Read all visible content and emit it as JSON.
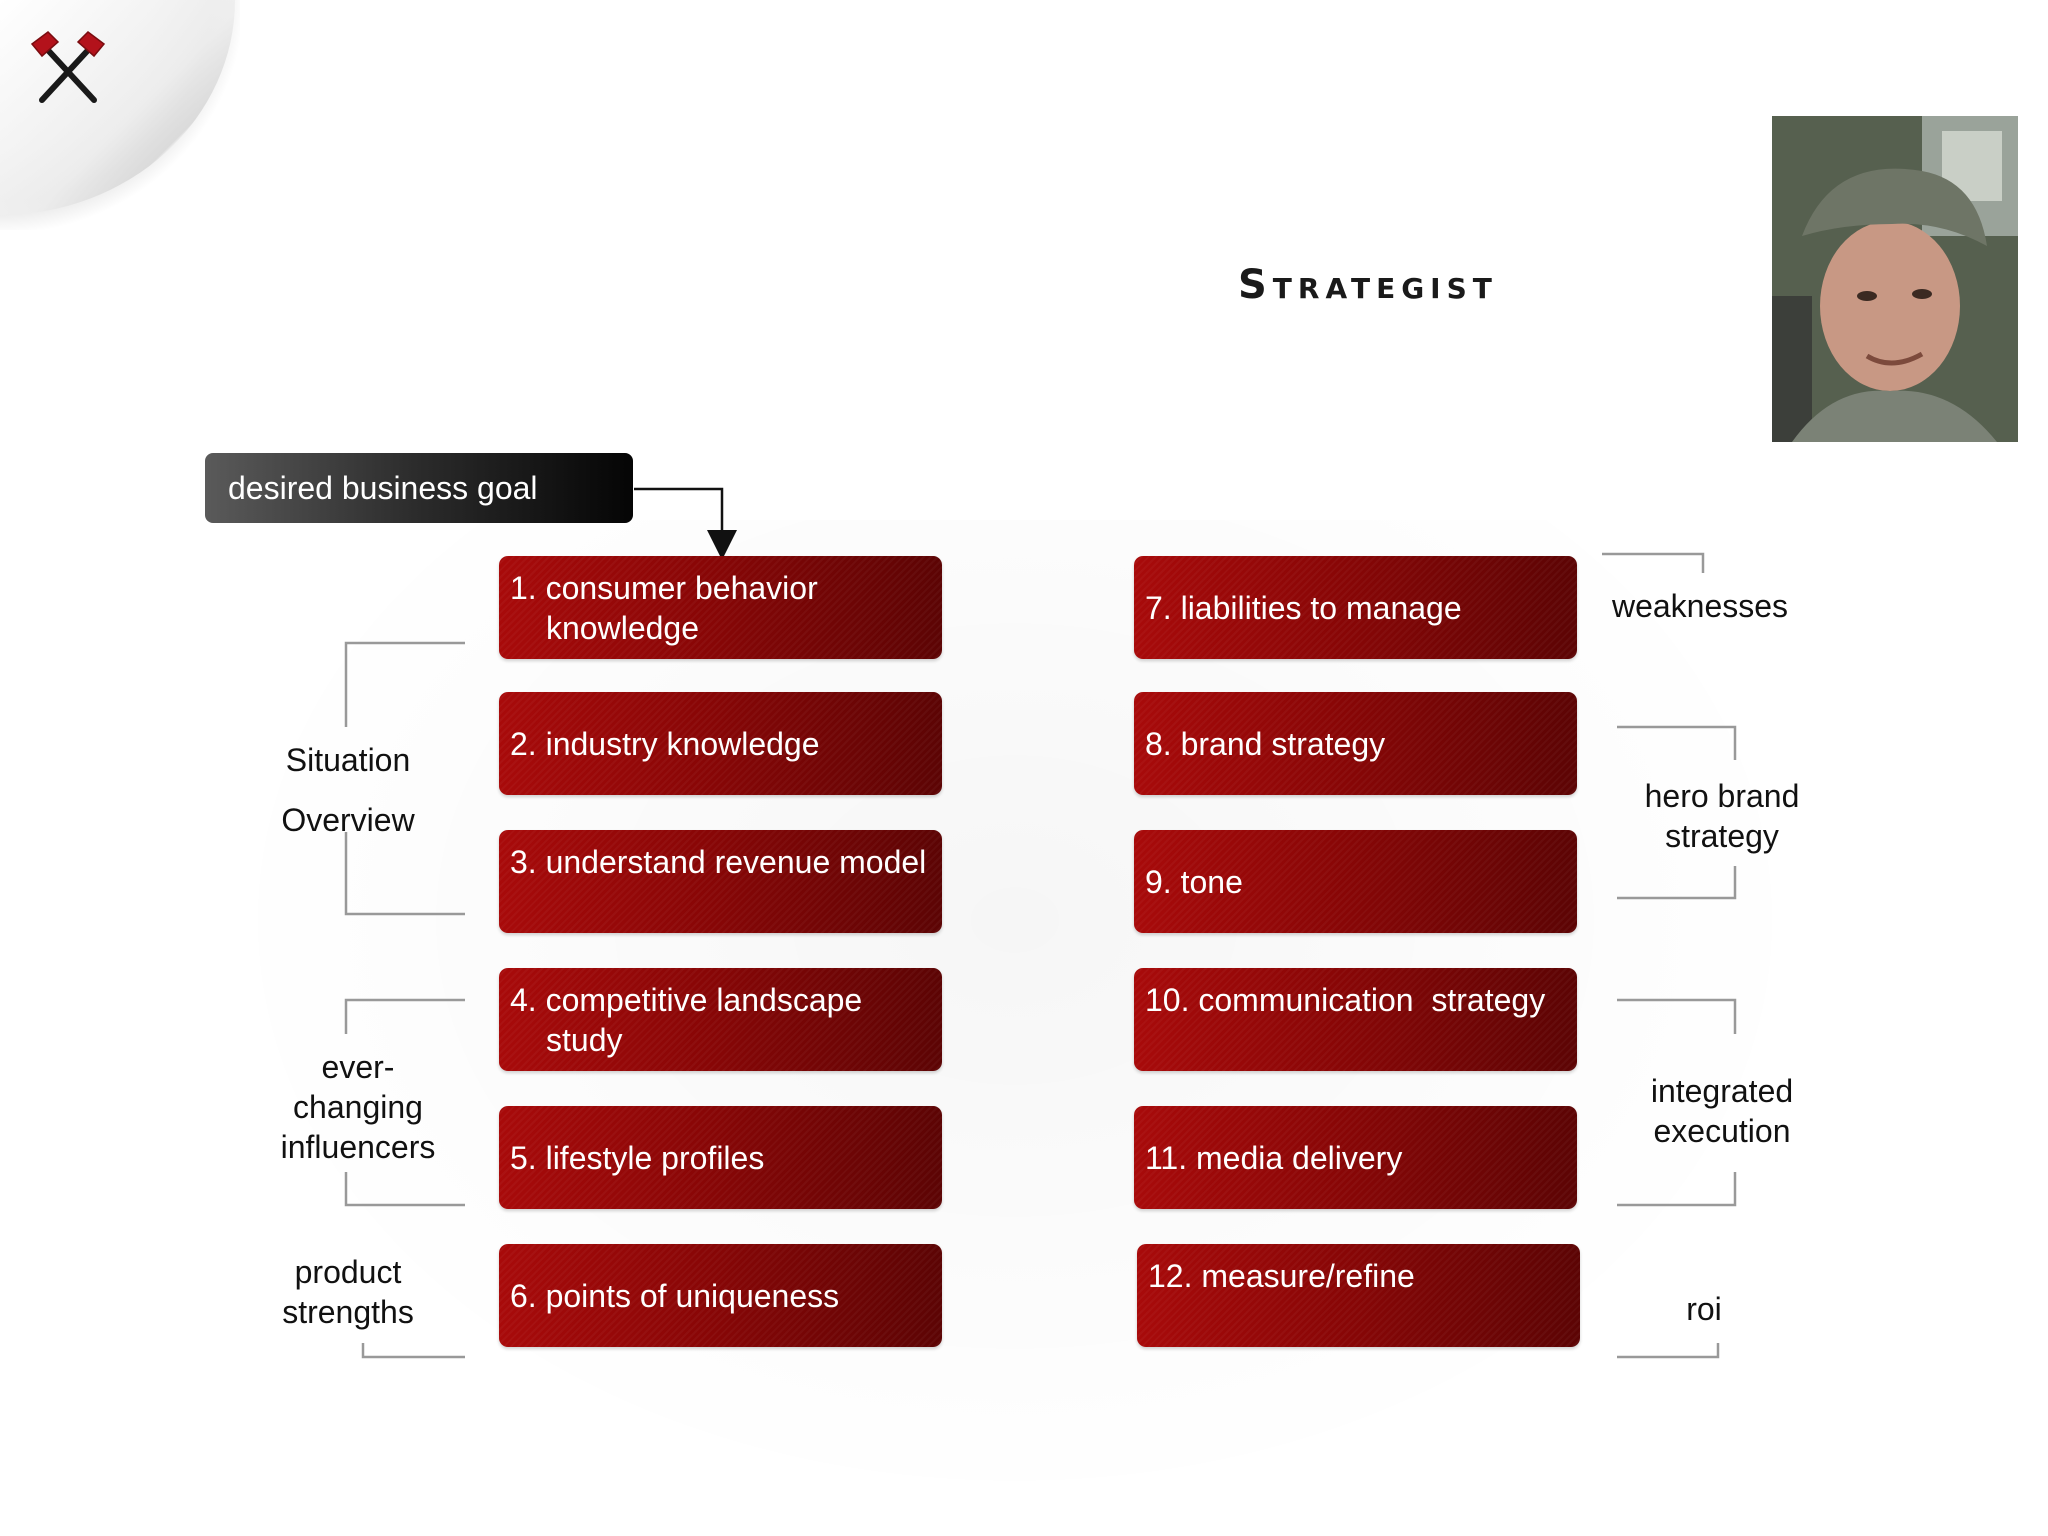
{
  "slide": {
    "title": "Strategist",
    "goal_label": "desired business goal"
  },
  "left_steps": [
    {
      "label": "1. consumer behavior knowledge"
    },
    {
      "label": "2. industry knowledge"
    },
    {
      "label": "3. understand revenue model"
    },
    {
      "label": "4. competitive landscape study"
    },
    {
      "label": "5. lifestyle profiles"
    },
    {
      "label": "6. points of uniqueness"
    }
  ],
  "right_steps": [
    {
      "label": "7. liabilities to manage"
    },
    {
      "label": "8. brand strategy"
    },
    {
      "label": "9. tone"
    },
    {
      "label": "10. communication  strategy"
    },
    {
      "label": "11. media delivery"
    },
    {
      "label": "12. measure/refine"
    }
  ],
  "left_groups": {
    "situation_line1": "Situation",
    "situation_line2": "Overview",
    "influencers": "ever-\nchanging\ninfluencers",
    "product": "product\nstrengths"
  },
  "right_groups": {
    "weaknesses": "weaknesses",
    "hero_brand": "hero brand\nstrategy",
    "integrated": "integrated\nexecution",
    "roi": "roi"
  },
  "colors": {
    "step_red_start": "#a80a0a",
    "step_red_end": "#5c0404",
    "goal_dark": "#050505",
    "logo_red": "#b3121b"
  },
  "icons": {
    "logo": "crossed-hammers-icon",
    "photo": "presenter-photo"
  }
}
